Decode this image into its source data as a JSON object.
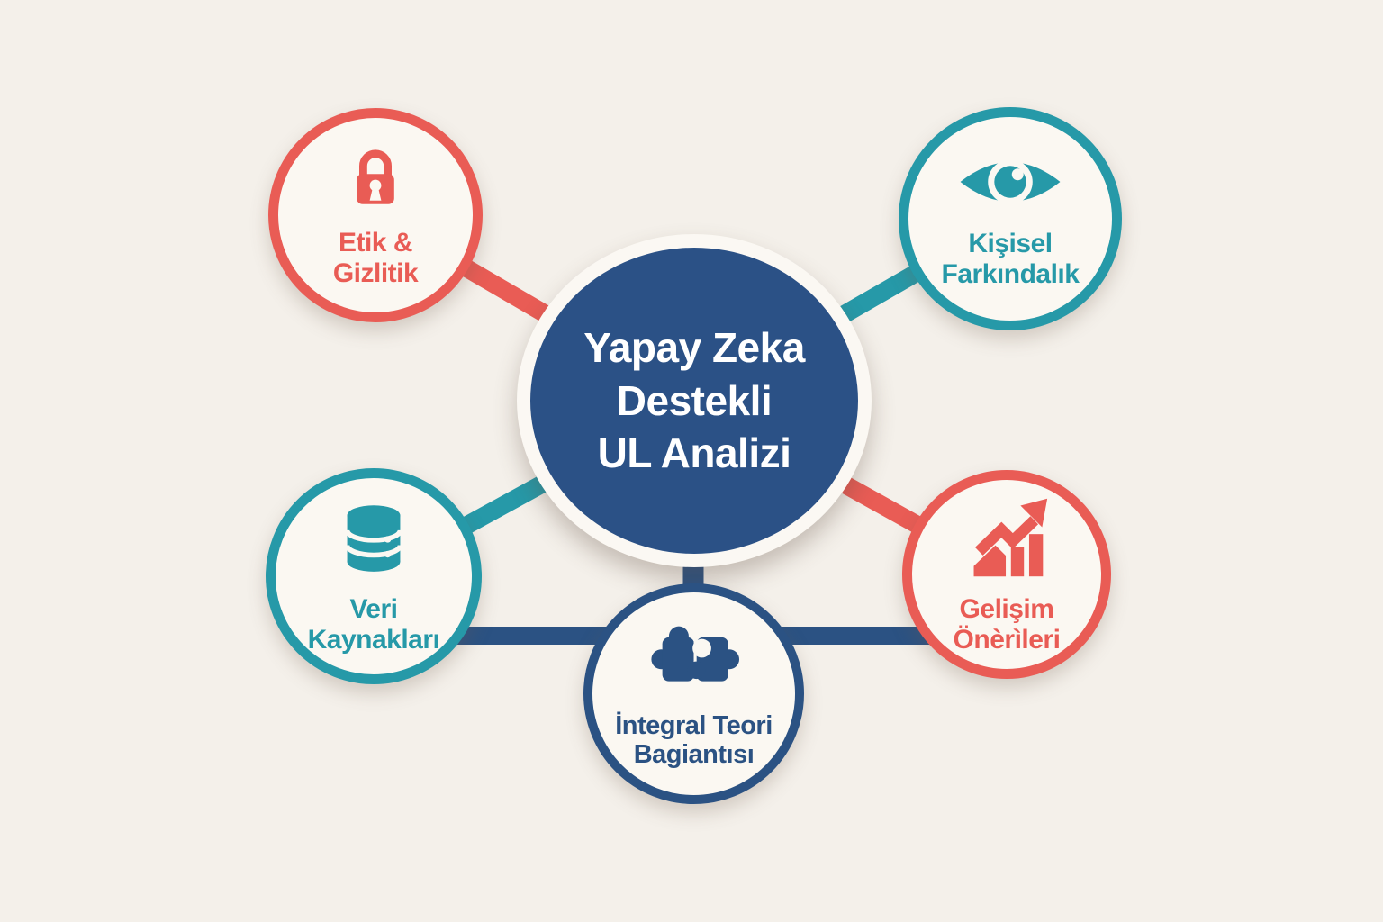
{
  "diagram": {
    "background_color": "#f4f0ea",
    "node_fill_color": "#fbf8f2",
    "colors": {
      "red": "#e95c55",
      "teal": "#2699a8",
      "blue": "#2b5283",
      "center_blue": "#2b5186",
      "center_text": "#ffffff"
    },
    "center_node": {
      "title_line1": "Yapay Zeka",
      "title_line2": "Destekli",
      "title_line3": "UL Analizi"
    },
    "satellite_nodes": [
      {
        "id": "etik-gizlilik",
        "label_line1": "Etik &",
        "label_line2": "Gizlitik",
        "icon": "lock-icon",
        "accent_color": "#e95c55"
      },
      {
        "id": "kisisel-farkindalik",
        "label_line1": "Kişisel",
        "label_line2": "Farkındalık",
        "icon": "eye-icon",
        "accent_color": "#2699a8"
      },
      {
        "id": "veri-kaynaklari",
        "label_line1": "Veri",
        "label_line2": "Kaynakları",
        "icon": "database-icon",
        "accent_color": "#2699a8"
      },
      {
        "id": "gelisim-onerileri",
        "label_line1": "Gelişim",
        "label_line2": "Önèrìleri",
        "icon": "growth-chart-icon",
        "accent_color": "#e95c55"
      },
      {
        "id": "integral-teori",
        "label_line1": "İntegral Teori",
        "label_line2": "Bagiantısı",
        "icon": "puzzle-icon",
        "accent_color": "#2b5283"
      }
    ]
  }
}
